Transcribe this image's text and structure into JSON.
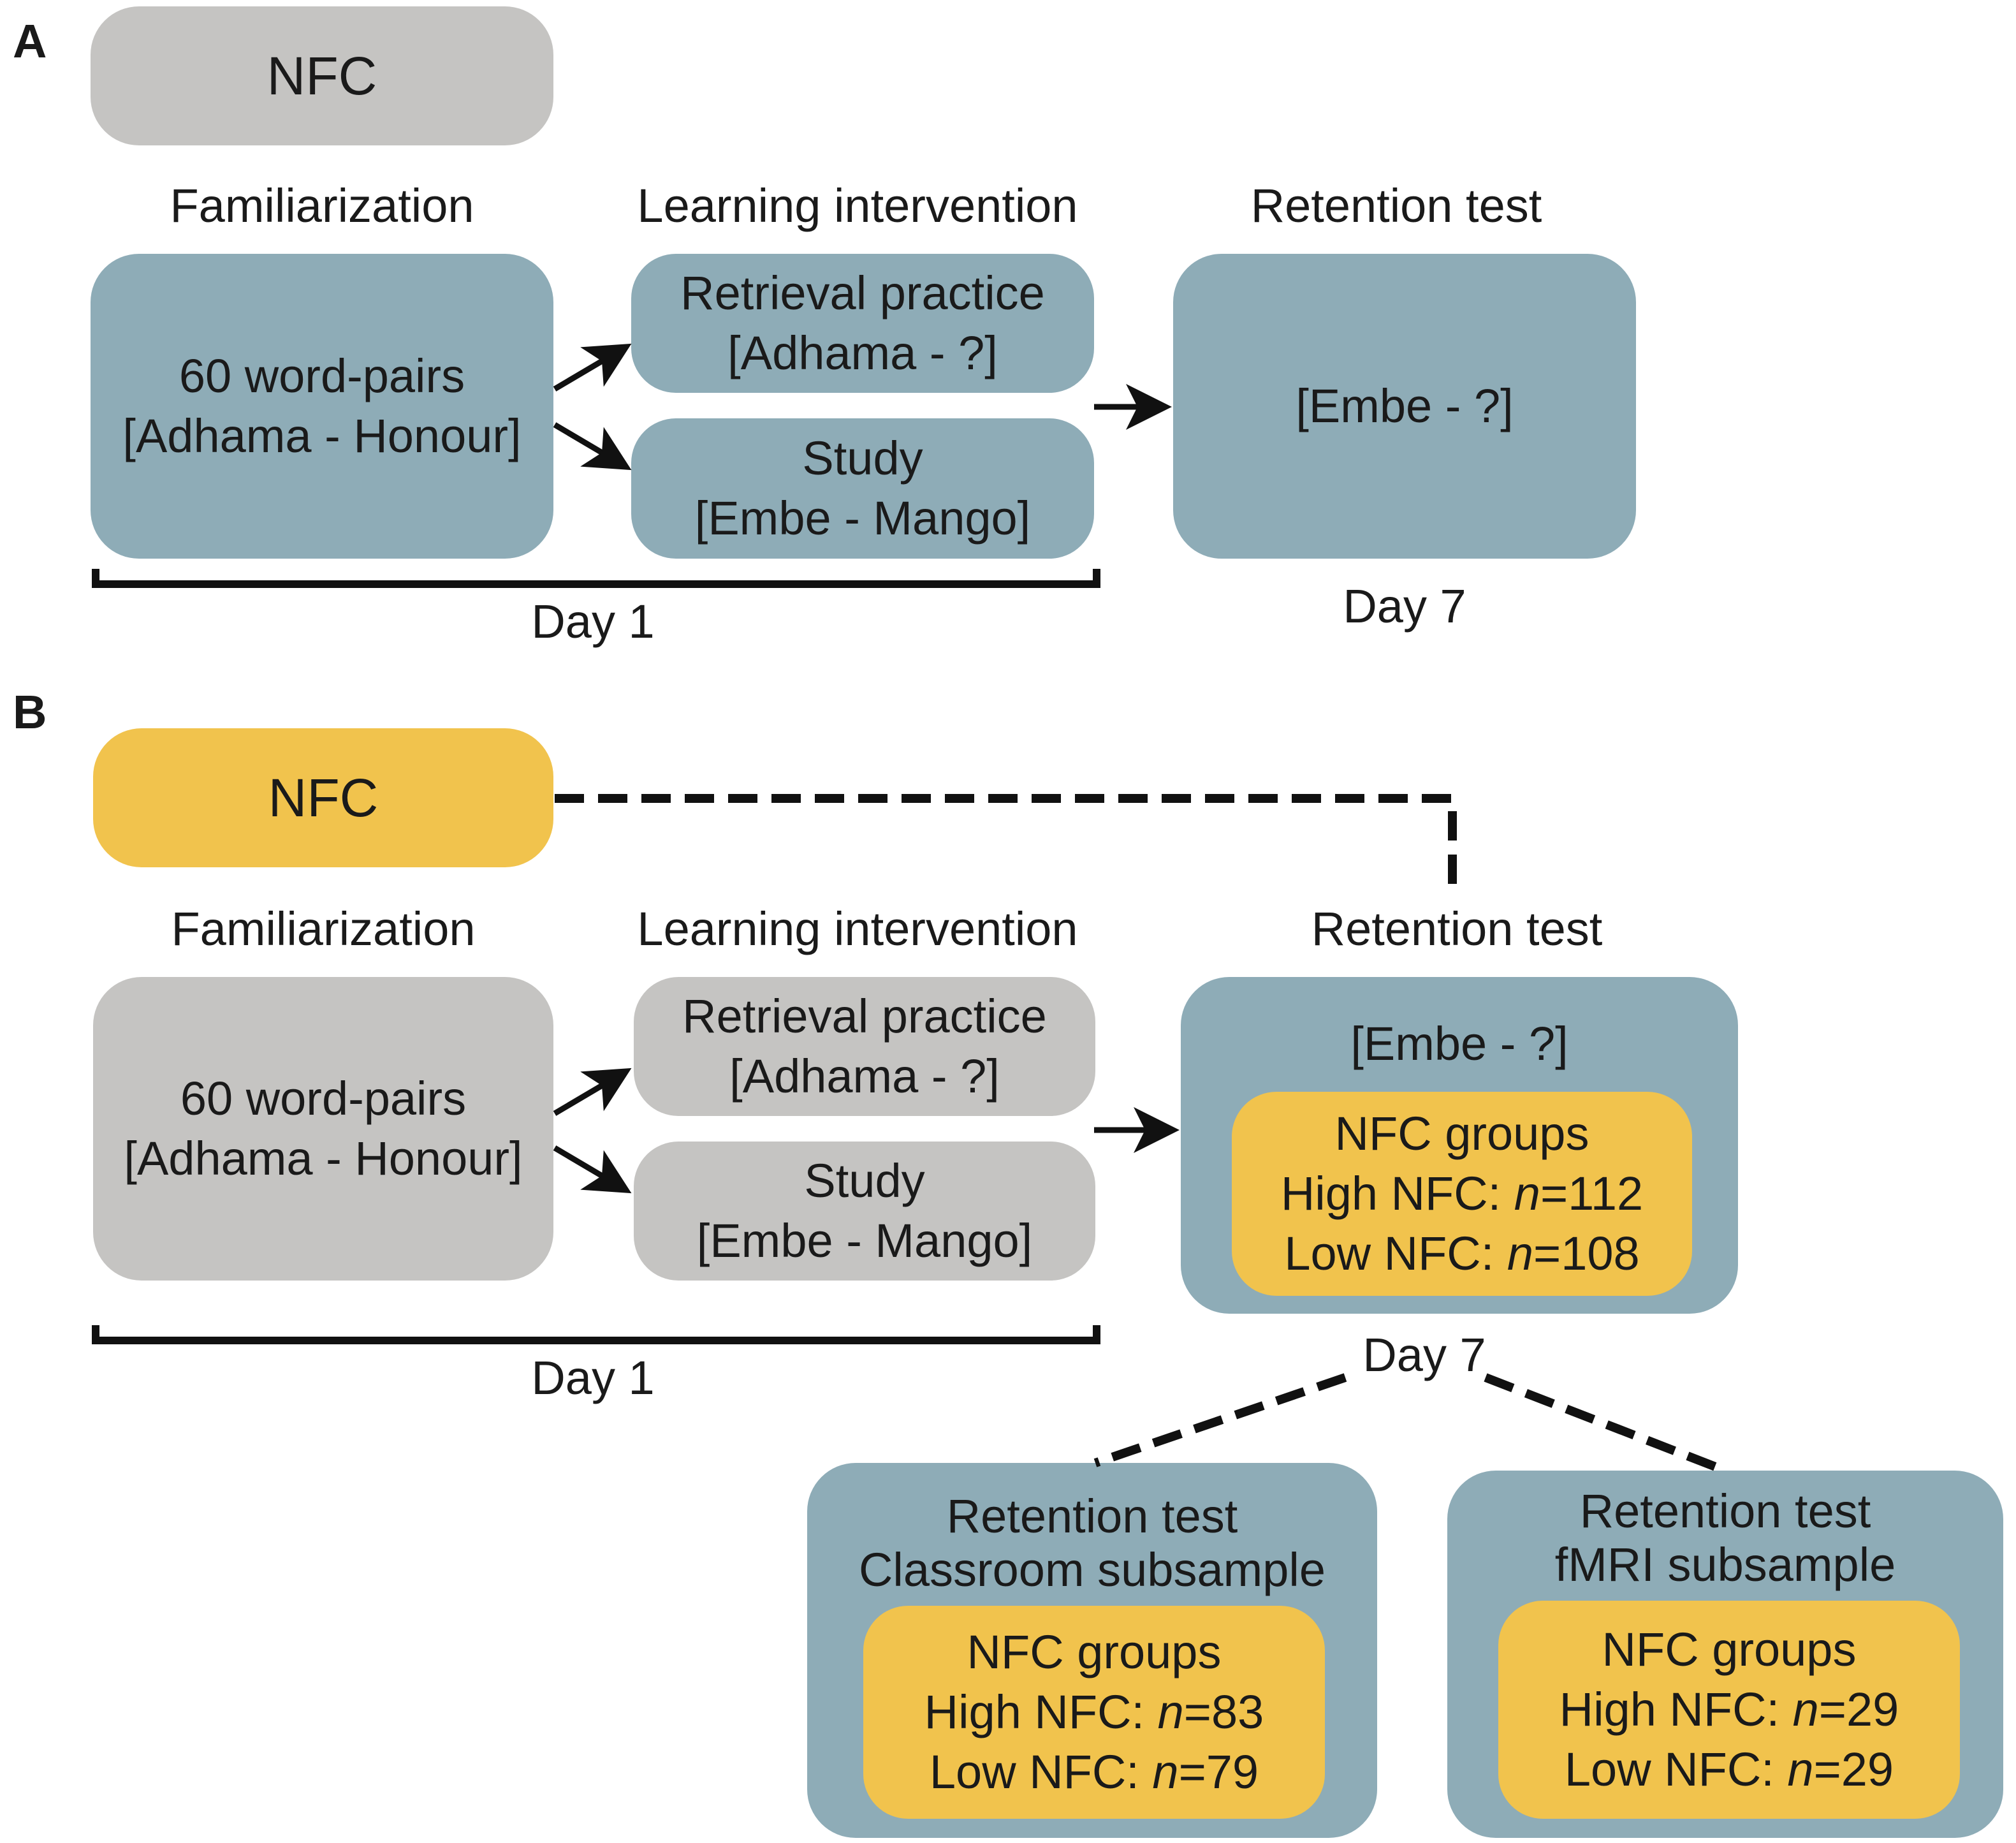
{
  "panel_a": {
    "letter": "A",
    "nfc_label": "NFC",
    "familiarization_header": "Familiarization",
    "learning_header": "Learning intervention",
    "retention_header": "Retention test",
    "familiarization_box": {
      "line1": "60 word-pairs",
      "line2": "[Adhama - Honour]"
    },
    "retrieval_box": {
      "line1": "Retrieval practice",
      "line2": "[Adhama - ?]"
    },
    "study_box": {
      "line1": "Study",
      "line2": "[Embe - Mango]"
    },
    "retention_box": {
      "line1": "[Embe - ?]"
    },
    "day1_label": "Day 1",
    "day7_label": "Day 7"
  },
  "panel_b": {
    "letter": "B",
    "nfc_label": "NFC",
    "familiarization_header": "Familiarization",
    "learning_header": "Learning intervention",
    "retention_header": "Retention test",
    "familiarization_box": {
      "line1": "60 word-pairs",
      "line2": "[Adhama - Honour]"
    },
    "retrieval_box": {
      "line1": "Retrieval practice",
      "line2": "[Adhama - ?]"
    },
    "study_box": {
      "line1": "Study",
      "line2": "[Embe - Mango]"
    },
    "retention_box": {
      "line1": "[Embe - ?]",
      "groups_title": "NFC groups",
      "high_prefix": "High NFC: ",
      "n_symbol": "n",
      "high_value": "=112",
      "low_prefix": "Low NFC: ",
      "low_value": "=108"
    },
    "day1_label": "Day 1",
    "day7_label": "Day 7",
    "classroom_box": {
      "line1": "Retention test",
      "line2": "Classroom subsample",
      "groups_title": "NFC groups",
      "high_prefix": "High NFC: ",
      "n_symbol": "n",
      "high_value": "=83",
      "low_prefix": "Low NFC: ",
      "low_value": "=79"
    },
    "fmri_box": {
      "line1": "Retention test",
      "line2": "fMRI subsample",
      "groups_title": "NFC groups",
      "high_prefix": "High NFC: ",
      "n_symbol": "n",
      "high_value": "=29",
      "low_prefix": "Low NFC: ",
      "low_value": "=29"
    }
  },
  "colors": {
    "teal": "#8eacb7",
    "gray": "#c5c4c2",
    "gold": "#f1c34d"
  }
}
